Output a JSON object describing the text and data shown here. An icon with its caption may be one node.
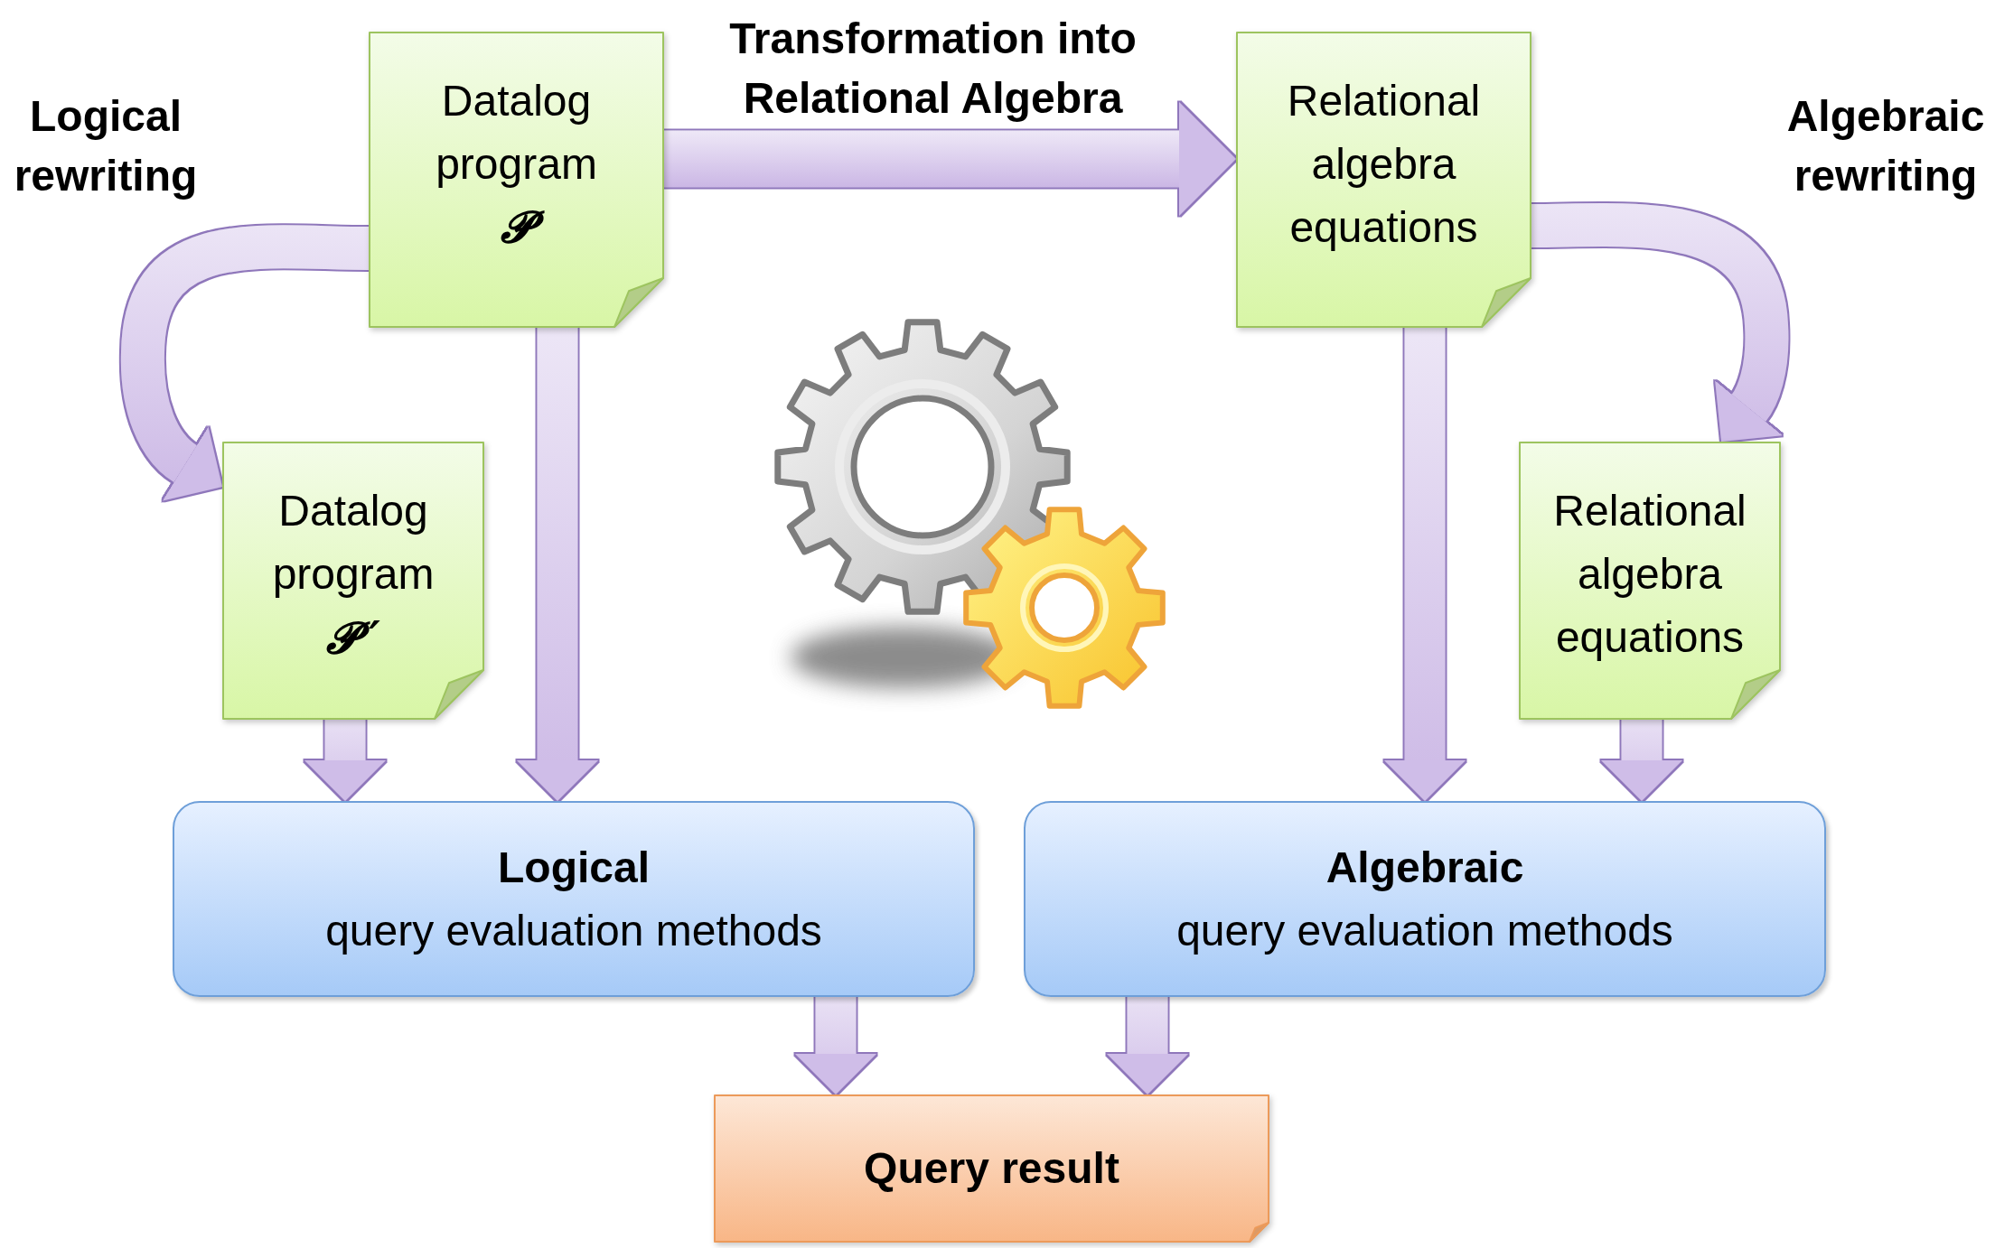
{
  "diagram": {
    "nodes": [
      {
        "text": [
          "Datalog program",
          "𝓟"
        ]
      },
      {
        "text": [
          "Relational algebra equations"
        ]
      },
      {
        "text": [
          "Datalog program",
          "𝓟′"
        ]
      },
      {
        "text": [
          "Relational algebra equations"
        ]
      },
      {
        "text": [
          "Logical",
          "query evaluation methods"
        ]
      },
      {
        "text": [
          "Algebraic",
          "query evaluation methods"
        ]
      },
      {
        "text": [
          "Query result"
        ]
      }
    ],
    "edges": [
      {
        "from": 0,
        "to": 1,
        "arrow": "to",
        "label": "Transformation into Relational Algebra"
      },
      {
        "from": 0,
        "to": 2,
        "arrow": "to",
        "label": "Logical rewriting"
      },
      {
        "from": 1,
        "to": 3,
        "arrow": "to",
        "label": "Algebraic rewriting"
      },
      {
        "from": 2,
        "to": 4,
        "arrow": "to"
      },
      {
        "from": 0,
        "to": 4,
        "arrow": "to"
      },
      {
        "from": 1,
        "to": 5,
        "arrow": "to"
      },
      {
        "from": 3,
        "to": 5,
        "arrow": "to"
      },
      {
        "from": 4,
        "to": 6,
        "arrow": "to"
      },
      {
        "from": 5,
        "to": 6,
        "arrow": "to"
      }
    ]
  }
}
